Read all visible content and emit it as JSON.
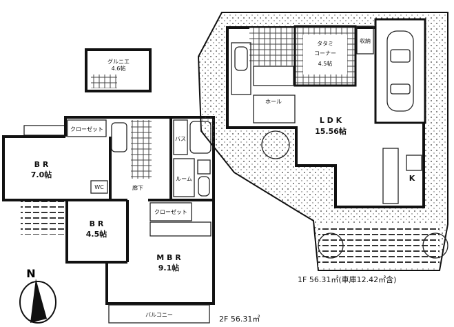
{
  "floor2": {
    "loft": {
      "name": "グルニエ",
      "size": "4.6帖"
    },
    "closet1": "クローゼット",
    "br1": {
      "name": "B R",
      "size": "7.0帖"
    },
    "br2": {
      "name": "B R",
      "size": "4.5帖"
    },
    "mbr": {
      "name": "M B R",
      "size": "9.1帖"
    },
    "closet2": "クローゼット",
    "bath": "バス",
    "laundry": "ルーム",
    "hall": "廊下",
    "wc": "WC",
    "balcony": "バルコニー",
    "caption": "2F 56.31㎡"
  },
  "floor1": {
    "tatami": {
      "name": "タタミ",
      "name2": "コーナー",
      "size": "4.5帖"
    },
    "storage": "収納",
    "hall": "ホール",
    "ldk": {
      "name": "L D K",
      "size": "15.56帖"
    },
    "kitchen": "K",
    "caption": "1F 56.31㎡(車庫12.42㎡含)"
  },
  "compass": {
    "label": "N"
  }
}
